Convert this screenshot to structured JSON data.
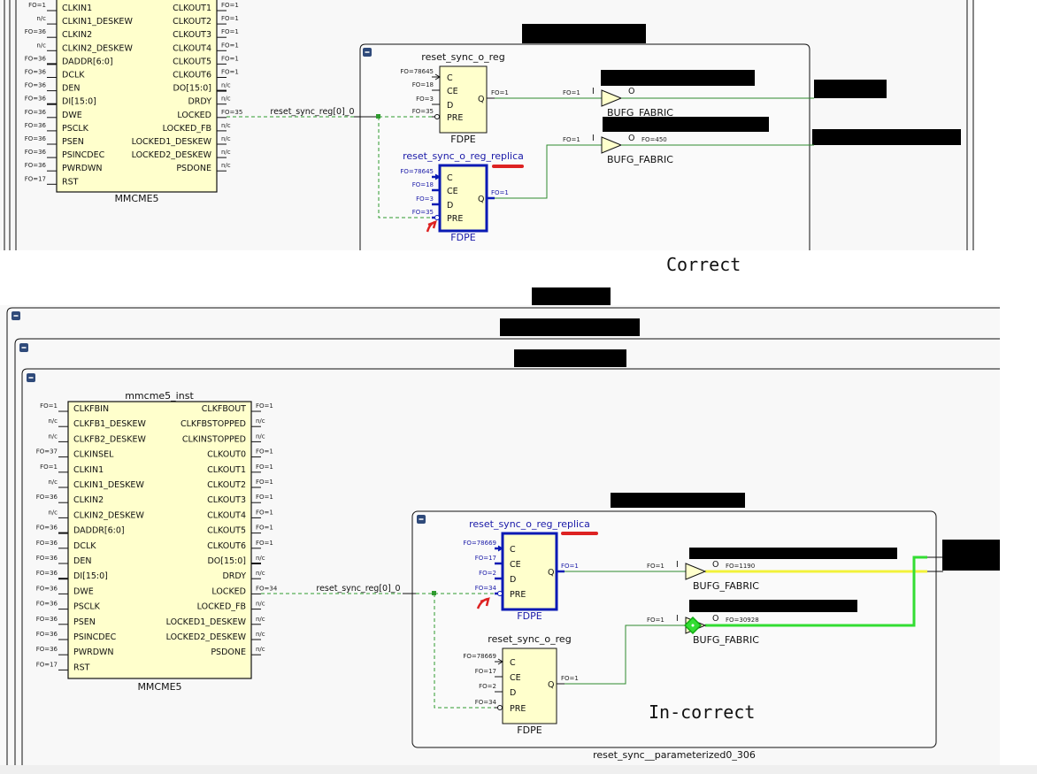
{
  "colors": {
    "block_fill": "#ffffcc",
    "selected": "#0a1ab4",
    "net": "#2e8b2e",
    "highlight_yellow": "#f2f23a",
    "highlight_green": "#33dd33",
    "annotation_red": "#dd2222",
    "redaction": "#000000",
    "collapse_icon": "#2f4a7a"
  },
  "top": {
    "caption": "Correct",
    "mmcm": {
      "type_label": "MMCME5",
      "left_pins": [
        {
          "name": "CLKIN1",
          "fo": "FO=1"
        },
        {
          "name": "CLKIN1_DESKEW",
          "fo": "n/c"
        },
        {
          "name": "CLKIN2",
          "fo": "FO=36"
        },
        {
          "name": "CLKIN2_DESKEW",
          "fo": "n/c"
        },
        {
          "name": "DADDR[6:0]",
          "fo": "FO=36"
        },
        {
          "name": "DCLK",
          "fo": "FO=36"
        },
        {
          "name": "DEN",
          "fo": "FO=36"
        },
        {
          "name": "DI[15:0]",
          "fo": "FO=36"
        },
        {
          "name": "DWE",
          "fo": "FO=36"
        },
        {
          "name": "PSCLK",
          "fo": "FO=36"
        },
        {
          "name": "PSEN",
          "fo": "FO=36"
        },
        {
          "name": "PSINCDEC",
          "fo": "FO=36"
        },
        {
          "name": "PWRDWN",
          "fo": "FO=36"
        },
        {
          "name": "RST",
          "fo": "FO=17"
        }
      ],
      "right_pins": [
        {
          "name": "CLKOUT1",
          "fo": "FO=1"
        },
        {
          "name": "CLKOUT2",
          "fo": "FO=1"
        },
        {
          "name": "CLKOUT3",
          "fo": "FO=1"
        },
        {
          "name": "CLKOUT4",
          "fo": "FO=1"
        },
        {
          "name": "CLKOUT5",
          "fo": "FO=1"
        },
        {
          "name": "CLKOUT6",
          "fo": "FO=1"
        },
        {
          "name": "DO[15:0]",
          "fo": "n/c"
        },
        {
          "name": "DRDY",
          "fo": "n/c"
        },
        {
          "name": "LOCKED",
          "fo": "FO=35"
        },
        {
          "name": "LOCKED_FB",
          "fo": "n/c"
        },
        {
          "name": "LOCKED1_DESKEW",
          "fo": "n/c"
        },
        {
          "name": "LOCKED2_DESKEW",
          "fo": "n/c"
        },
        {
          "name": "PSDONE",
          "fo": "n/c"
        }
      ]
    },
    "net_label": "reset_sync_reg[0]_0",
    "reg": {
      "name": "reset_sync_o_reg",
      "type": "FDPE",
      "pins": [
        {
          "name": "C",
          "fo": "FO=78645"
        },
        {
          "name": "CE",
          "fo": "FO=18"
        },
        {
          "name": "D",
          "fo": "FO=3"
        },
        {
          "name": "PRE",
          "fo": "FO=35"
        }
      ],
      "q": "Q",
      "q_fo": "FO=1"
    },
    "replica": {
      "name": "reset_sync_o_reg_replica",
      "type": "FDPE",
      "pins": [
        {
          "name": "C",
          "fo": "FO=78645"
        },
        {
          "name": "CE",
          "fo": "FO=18"
        },
        {
          "name": "D",
          "fo": "FO=3"
        },
        {
          "name": "PRE",
          "fo": "FO=35"
        }
      ],
      "q": "Q",
      "q_fo": "FO=1"
    },
    "bufs": [
      {
        "type": "BUFG_FABRIC",
        "in_fo": "FO=1",
        "in_pin": "I",
        "out_pin": "O",
        "out_fo": ""
      },
      {
        "type": "BUFG_FABRIC",
        "in_fo": "FO=1",
        "in_pin": "I",
        "out_pin": "O",
        "out_fo": "FO=450"
      }
    ]
  },
  "bottom": {
    "caption": "In-correct",
    "instance_label": "mmcme5_inst",
    "group_label": "reset_sync__parameterized0_306",
    "mmcm": {
      "type_label": "MMCME5",
      "left_pins": [
        {
          "name": "CLKFBIN",
          "fo": "FO=1"
        },
        {
          "name": "CLKFB1_DESKEW",
          "fo": "n/c"
        },
        {
          "name": "CLKFB2_DESKEW",
          "fo": "n/c"
        },
        {
          "name": "CLKINSEL",
          "fo": "FO=37"
        },
        {
          "name": "CLKIN1",
          "fo": "FO=1"
        },
        {
          "name": "CLKIN1_DESKEW",
          "fo": "n/c"
        },
        {
          "name": "CLKIN2",
          "fo": "FO=36"
        },
        {
          "name": "CLKIN2_DESKEW",
          "fo": "n/c"
        },
        {
          "name": "DADDR[6:0]",
          "fo": "FO=36"
        },
        {
          "name": "DCLK",
          "fo": "FO=36"
        },
        {
          "name": "DEN",
          "fo": "FO=36"
        },
        {
          "name": "DI[15:0]",
          "fo": "FO=36"
        },
        {
          "name": "DWE",
          "fo": "FO=36"
        },
        {
          "name": "PSCLK",
          "fo": "FO=36"
        },
        {
          "name": "PSEN",
          "fo": "FO=36"
        },
        {
          "name": "PSINCDEC",
          "fo": "FO=36"
        },
        {
          "name": "PWRDWN",
          "fo": "FO=36"
        },
        {
          "name": "RST",
          "fo": "FO=17"
        }
      ],
      "right_pins": [
        {
          "name": "CLKFBOUT",
          "fo": "FO=1"
        },
        {
          "name": "CLKFBSTOPPED",
          "fo": "n/c"
        },
        {
          "name": "CLKINSTOPPED",
          "fo": "n/c"
        },
        {
          "name": "CLKOUT0",
          "fo": "FO=1"
        },
        {
          "name": "CLKOUT1",
          "fo": "FO=1"
        },
        {
          "name": "CLKOUT2",
          "fo": "FO=1"
        },
        {
          "name": "CLKOUT3",
          "fo": "FO=1"
        },
        {
          "name": "CLKOUT4",
          "fo": "FO=1"
        },
        {
          "name": "CLKOUT5",
          "fo": "FO=1"
        },
        {
          "name": "CLKOUT6",
          "fo": "FO=1"
        },
        {
          "name": "DO[15:0]",
          "fo": "n/c"
        },
        {
          "name": "DRDY",
          "fo": "n/c"
        },
        {
          "name": "LOCKED",
          "fo": "FO=34"
        },
        {
          "name": "LOCKED_FB",
          "fo": "n/c"
        },
        {
          "name": "LOCKED1_DESKEW",
          "fo": "n/c"
        },
        {
          "name": "LOCKED2_DESKEW",
          "fo": "n/c"
        },
        {
          "name": "PSDONE",
          "fo": "n/c"
        }
      ]
    },
    "net_label": "reset_sync_reg[0]_0",
    "replica": {
      "name": "reset_sync_o_reg_replica",
      "type": "FDPE",
      "pins": [
        {
          "name": "C",
          "fo": "FO=78669"
        },
        {
          "name": "CE",
          "fo": "FO=17"
        },
        {
          "name": "D",
          "fo": "FO=2"
        },
        {
          "name": "PRE",
          "fo": "FO=34"
        }
      ],
      "q": "Q",
      "q_fo": "FO=1"
    },
    "reg": {
      "name": "reset_sync_o_reg",
      "type": "FDPE",
      "pins": [
        {
          "name": "C",
          "fo": "FO=78669"
        },
        {
          "name": "CE",
          "fo": "FO=17"
        },
        {
          "name": "D",
          "fo": "FO=2"
        },
        {
          "name": "PRE",
          "fo": "FO=34"
        }
      ],
      "q": "Q",
      "q_fo": "FO=1"
    },
    "bufs": [
      {
        "type": "BUFG_FABRIC",
        "in_fo": "FO=1",
        "in_pin": "I",
        "out_pin": "O",
        "out_fo": "FO=1190"
      },
      {
        "type": "BUFG_FABRIC",
        "in_fo": "FO=1",
        "in_pin": "I",
        "out_pin": "O",
        "out_fo": "FO=30928"
      }
    ]
  }
}
